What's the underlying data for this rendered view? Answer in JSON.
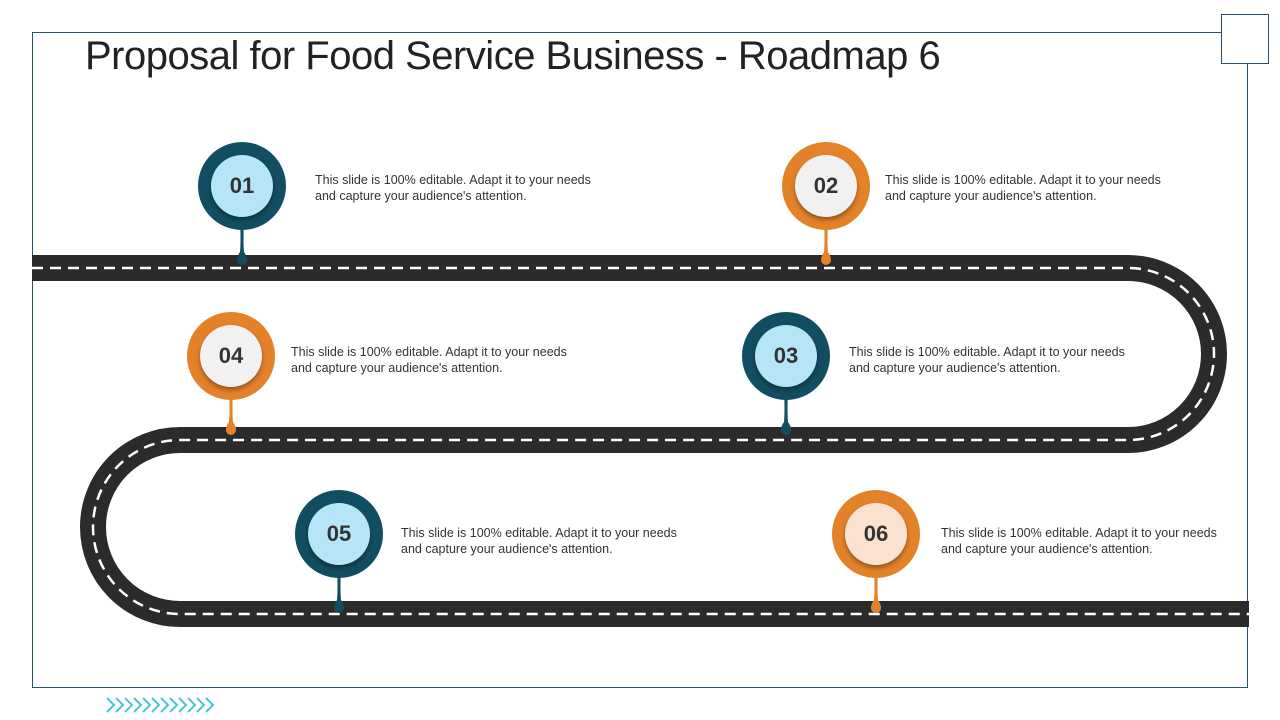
{
  "title": "Proposal for Food Service Business - Roadmap 6",
  "colors": {
    "teal": "#124e61",
    "light_blue": "#b5e5f6",
    "orange": "#e4822a",
    "road": "#2b2b2b",
    "frame": "#2a4f7a",
    "chevron": "#4cc3dd"
  },
  "milestones": [
    {
      "number": "01",
      "text": "This slide is 100% editable. Adapt it to your needs and capture your audience's attention."
    },
    {
      "number": "02",
      "text": "This slide is 100% editable. Adapt it to your needs and capture your audience's attention."
    },
    {
      "number": "03",
      "text": "This slide is 100% editable. Adapt it to your needs and capture your audience's attention."
    },
    {
      "number": "04",
      "text": "This slide is 100% editable. Adapt it to your needs and capture your audience's attention."
    },
    {
      "number": "05",
      "text": "This slide is 100% editable. Adapt it to your needs and capture your audience's attention."
    },
    {
      "number": "06",
      "text": "This slide is 100% editable. Adapt it to your needs and capture your audience's attention."
    }
  ]
}
